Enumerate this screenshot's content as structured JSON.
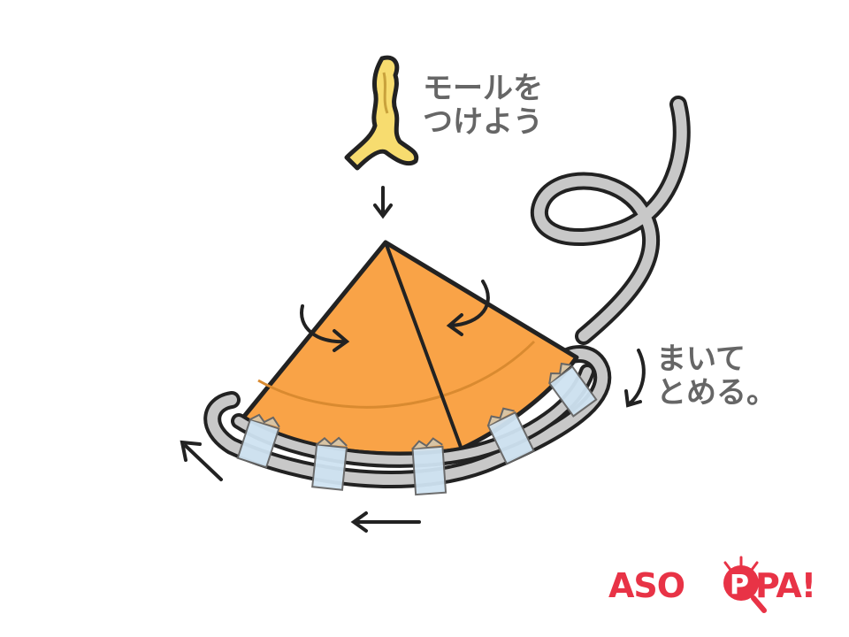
{
  "labels": {
    "attach_line1": "モールを",
    "attach_line2": "つけよう",
    "wrap_line1": "まいて",
    "wrap_line2": "とめる。"
  },
  "logo": {
    "text_left": "ASO",
    "text_p": "P",
    "text_right": "PA!"
  },
  "colors": {
    "cone": "#f9a347",
    "pipe_cleaner_yellow": "#f7dc6f",
    "wire": "#c8c8c8",
    "tape": "#cfe3f2",
    "text": "#666666",
    "logo_red": "#e83346"
  },
  "icons": [
    "pipe-cleaner-icon",
    "wire-icon",
    "arrow-icon",
    "tape-icon",
    "party-hat-icon"
  ]
}
